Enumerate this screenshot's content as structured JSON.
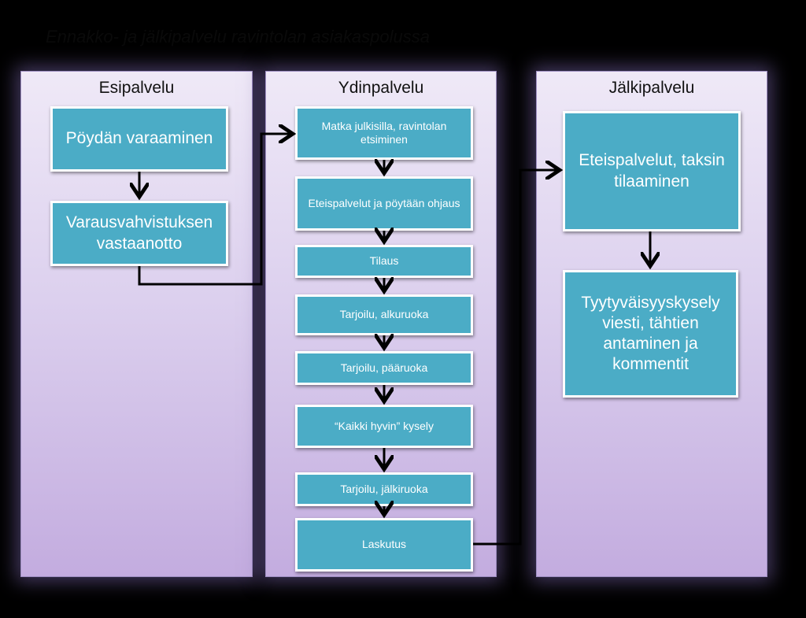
{
  "title": "Ennakko- ja jälkipalvelu ravintolan asiakaspolussa",
  "columns": {
    "esipalvelu": {
      "title": "Esipalvelu",
      "steps": [
        "Pöydän varaaminen",
        "Varausvahvistuksen vastaanotto"
      ]
    },
    "ydinpalvelu": {
      "title": "Ydinpalvelu",
      "steps": [
        "Matka julkisilla, ravintolan etsiminen",
        "Eteispalvelut ja pöytään ohjaus",
        "Tilaus",
        "Tarjoilu, alkuruoka",
        "Tarjoilu, pääruoka",
        "“Kaikki hyvin” kysely",
        "Tarjoilu, jälkiruoka",
        "Laskutus"
      ]
    },
    "jalkipalvelu": {
      "title": "Jälkipalvelu",
      "steps": [
        "Eteispalvelut, taksin tilaaminen",
        "Tyytyväisyyskysely viesti, tähtien antaminen ja kommentit"
      ]
    }
  },
  "colors": {
    "background": "#000000",
    "box_fill": "#4bacc6",
    "box_border": "#ffffff",
    "column_top": "#efe9f7",
    "column_bottom": "#c3acdf",
    "arrow": "#000000"
  }
}
